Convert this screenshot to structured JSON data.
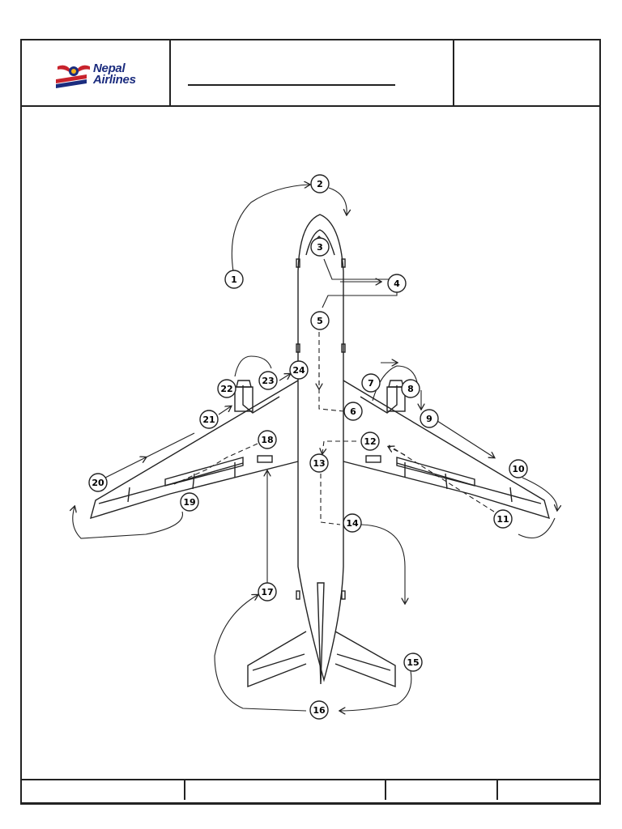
{
  "logo": {
    "line1": "Nepal",
    "line2": "Airlines"
  },
  "stations": [
    "1",
    "2",
    "3",
    "4",
    "5",
    "6",
    "7",
    "8",
    "9",
    "10",
    "11",
    "12",
    "13",
    "14",
    "15",
    "16",
    "17",
    "18",
    "19",
    "20",
    "21",
    "22",
    "23",
    "24"
  ]
}
